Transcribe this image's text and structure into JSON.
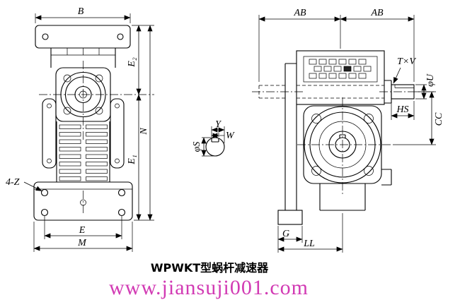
{
  "colors": {
    "line": "#000000",
    "watermark": "#d23bb4"
  },
  "front_view": {
    "dim_b": "B",
    "dim_e2": "E₂",
    "dim_n": "N",
    "dim_e1": "E₁",
    "dim_e": "E",
    "dim_m": "M",
    "hole_callout": "4-Z"
  },
  "shaft_section": {
    "dim_diameter": "φS",
    "dim_y": "Y",
    "dim_w": "W"
  },
  "side_view": {
    "dim_ab_left": "AB",
    "dim_ab_right": "AB",
    "key_callout": "T×V",
    "dim_shaft_diameter": "φU",
    "dim_hs": "HS",
    "dim_cc": "CC",
    "dim_g": "G",
    "dim_ll": "LL"
  },
  "caption": "WPWKT型蜗杆减速器",
  "watermark": "www.jiansuji001.com"
}
